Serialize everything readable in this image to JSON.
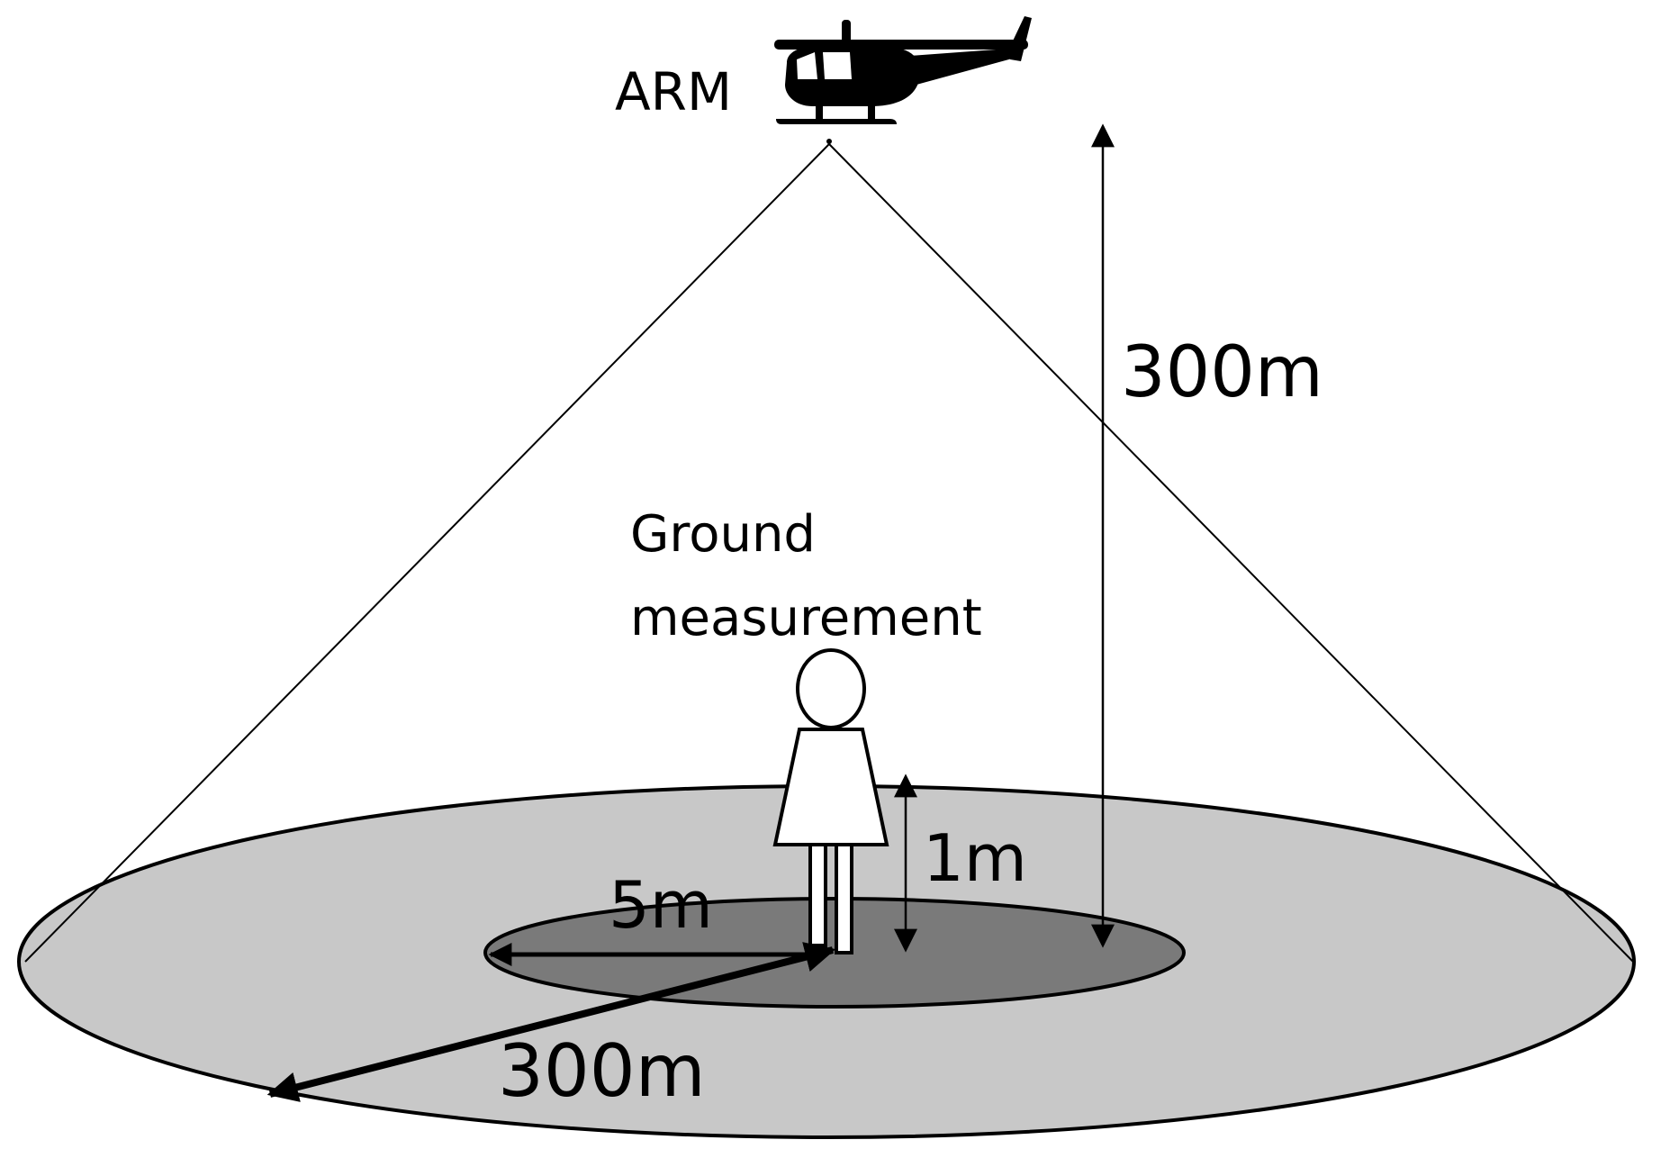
{
  "labels": {
    "aircraft": "ARM",
    "ground_measurement_line1": "Ground",
    "ground_measurement_line2": "measurement",
    "altitude": "300m",
    "height": "1m",
    "inner_radius": "5m",
    "outer_radius": "300m"
  },
  "colors": {
    "outer_area": "#c8c8c8",
    "inner_area": "#7a7a7a",
    "outline": "#000000",
    "background": "#ffffff",
    "person_fill": "#ffffff"
  },
  "icons": {
    "aircraft": "helicopter-icon",
    "observer": "person-icon"
  }
}
